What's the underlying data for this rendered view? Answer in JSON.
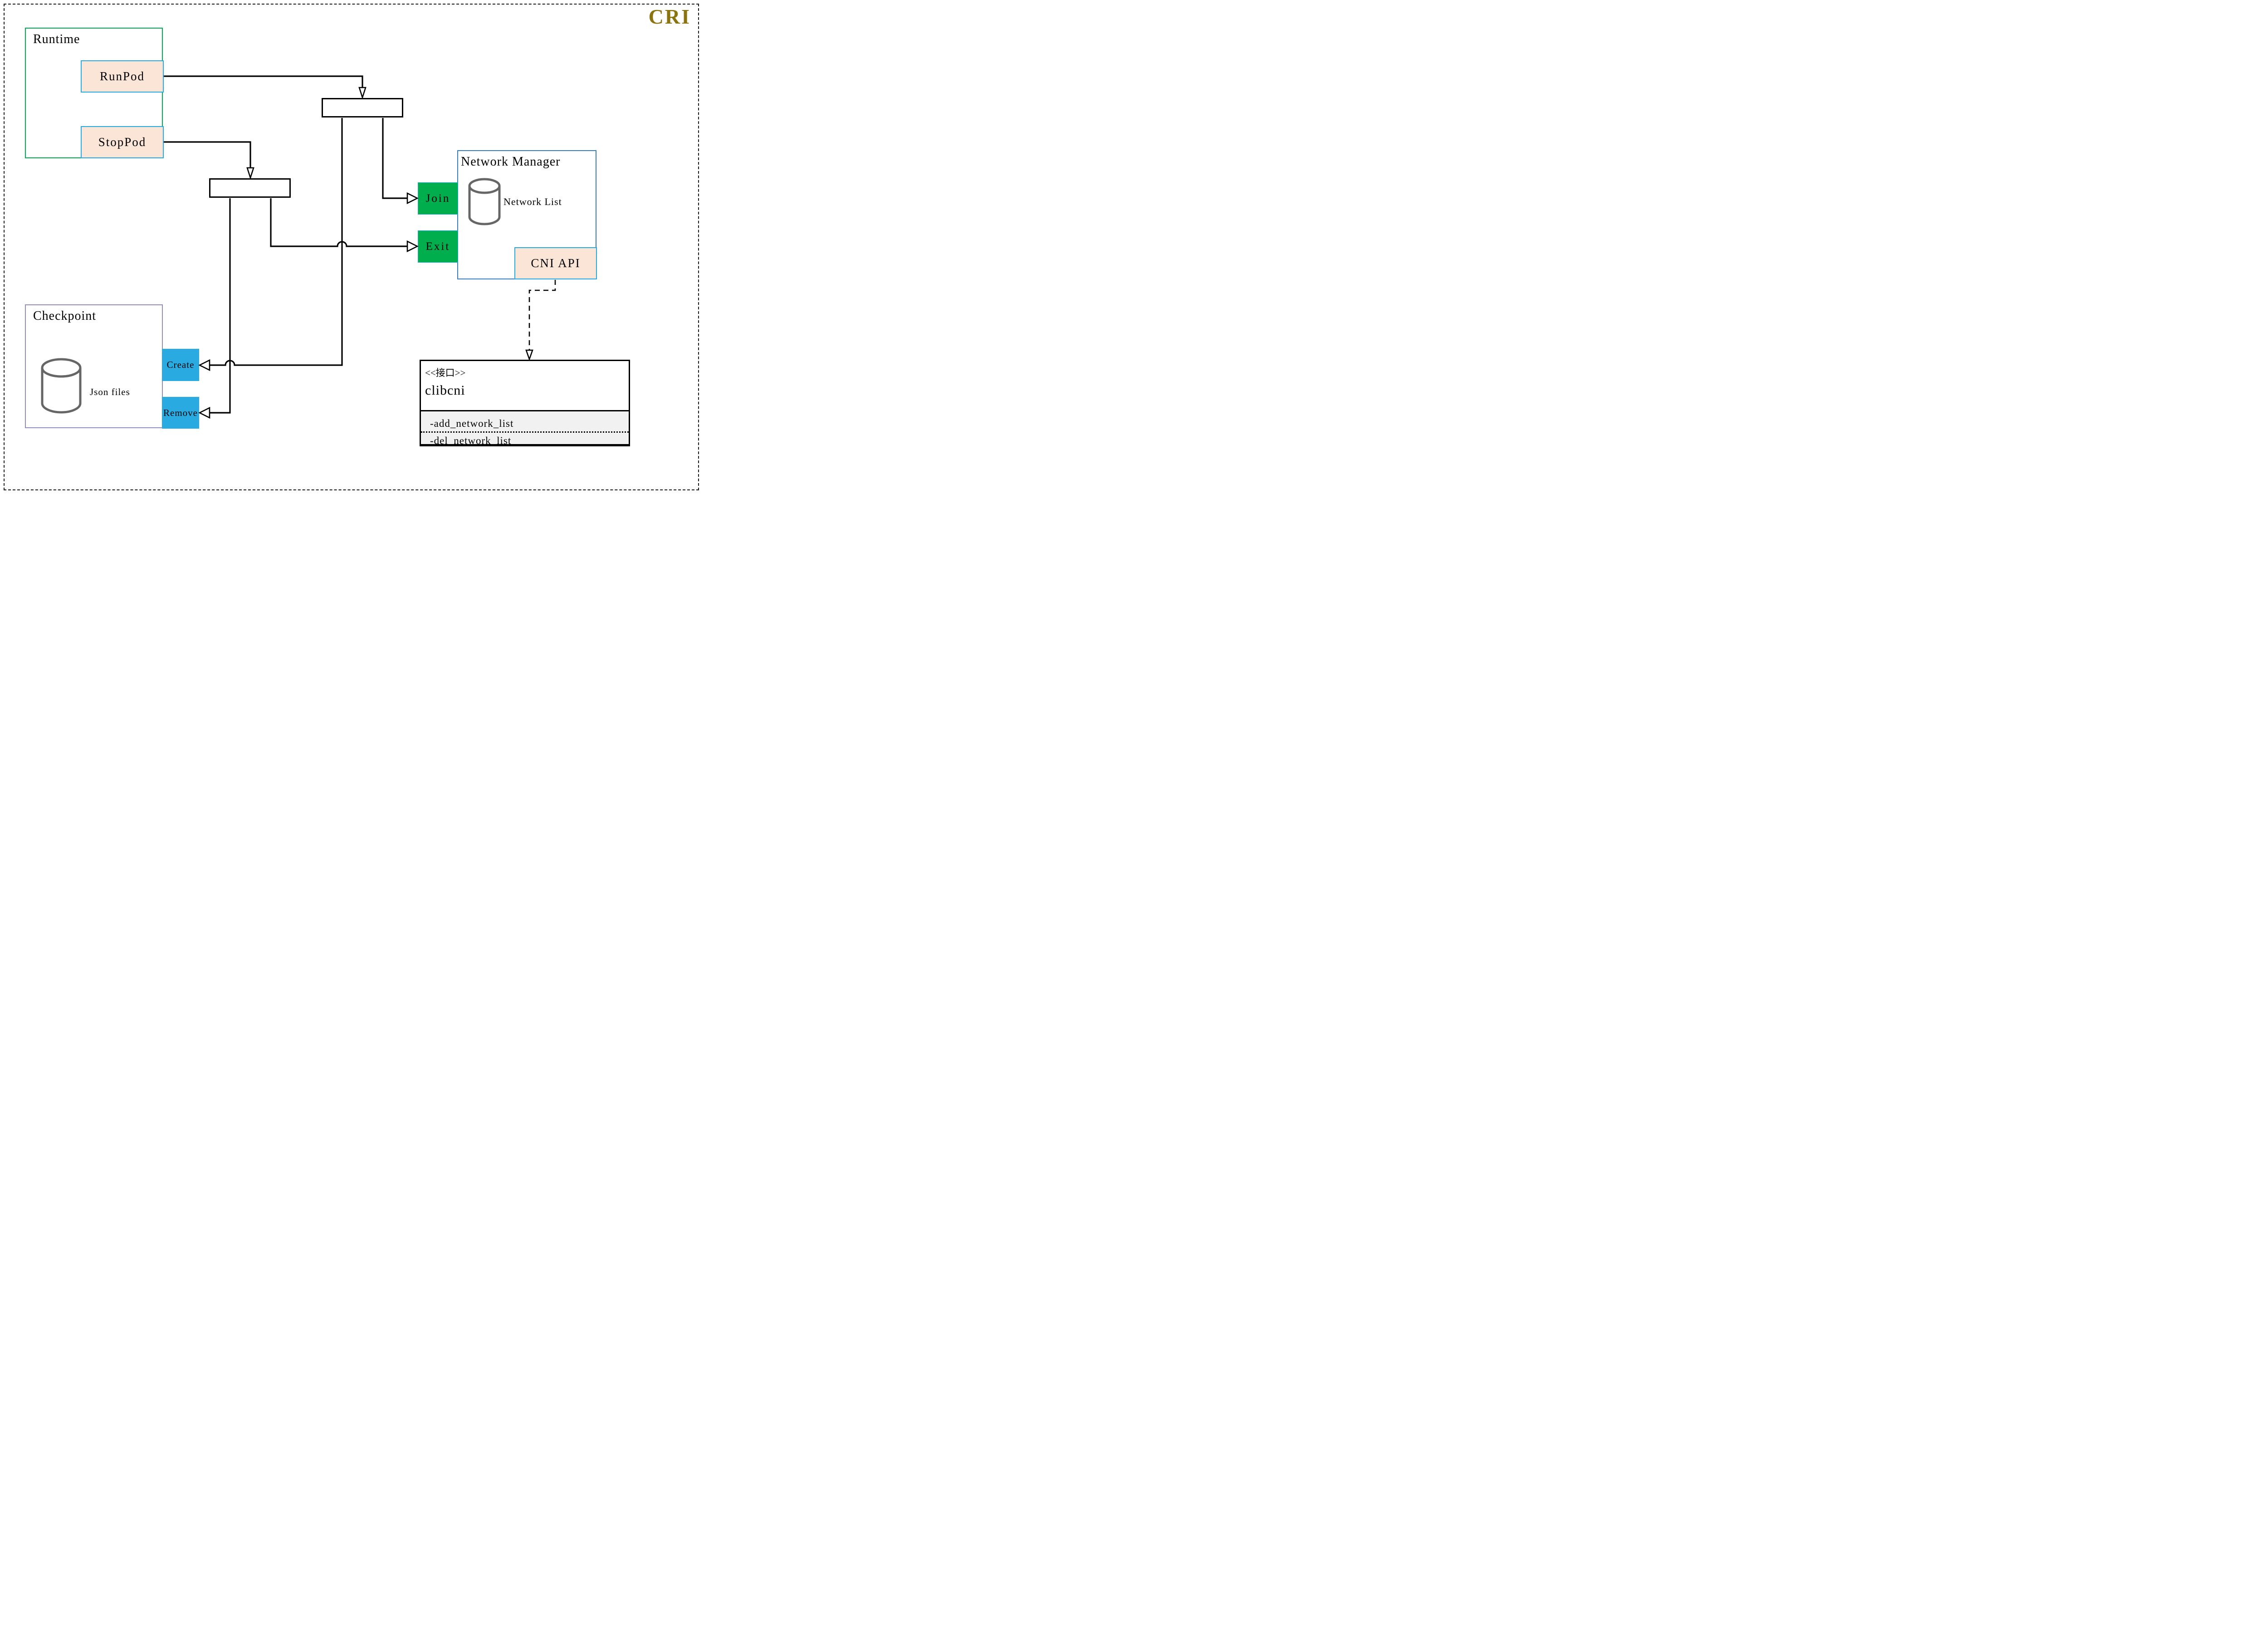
{
  "badge": {
    "title": "CRI"
  },
  "runtime": {
    "label": "Runtime",
    "buttons": [
      {
        "label": "RunPod"
      },
      {
        "label": "StopPod"
      }
    ]
  },
  "network_manager": {
    "label": "Network Manager",
    "store_label": "Network List",
    "buttons": [
      {
        "label": "Join"
      },
      {
        "label": "Exit"
      }
    ],
    "api_label": "CNI API"
  },
  "checkpoint": {
    "label": "Checkpoint",
    "store_label": "Json files",
    "buttons": [
      {
        "label": "Create"
      },
      {
        "label": "Remove"
      }
    ]
  },
  "interface_class": {
    "stereotype": "<<接口>>",
    "name": "clibcni",
    "methods": [
      "-add_network_list",
      "-del_network_list"
    ]
  },
  "colors": {
    "accent_gold": "#8B7310",
    "runtime_border_green": "#00B050",
    "button_green": "#00AE4E",
    "button_cyan": "#29ABE2",
    "peach_fill": "#FBE5D6",
    "network_manager_border_blue": "#3B7DC4",
    "checkpoint_border_purple": "#918FC0",
    "class_section_gray": "#F1F1F1",
    "cylinder_gray": "#666666"
  }
}
